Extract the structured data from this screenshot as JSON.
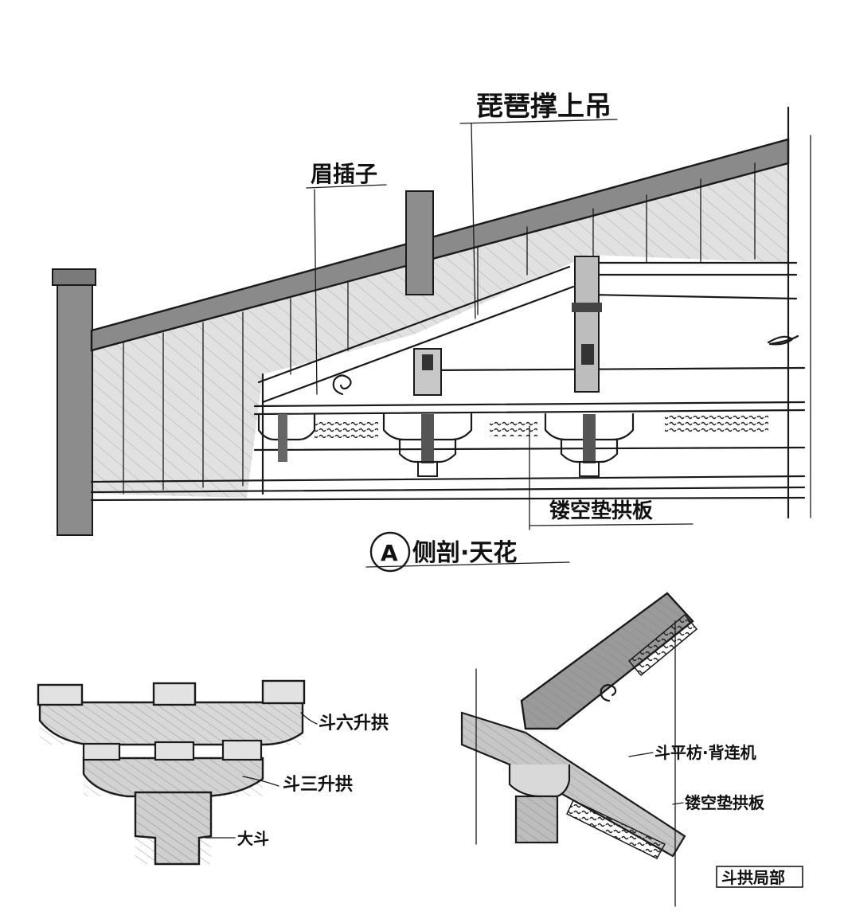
{
  "section": {
    "callout_pipa": "琵琶撑上吊",
    "callout_meichazi": "眉插子",
    "callout_lattice": "镂空垫拱板",
    "caption_circle": "A",
    "caption_text": "侧剖·天花"
  },
  "bracket": {
    "callout_top": "斗六升拱",
    "callout_mid": "斗三升拱",
    "callout_base": "大斗"
  },
  "detail": {
    "callout_beam": "斗平枋·背连机",
    "callout_lattice": "镂空垫拱板",
    "caption": "斗拱局部"
  },
  "colors": {
    "ink": "#1a1a1a",
    "wash": "#9a9a9a",
    "paper": "#ffffff"
  }
}
